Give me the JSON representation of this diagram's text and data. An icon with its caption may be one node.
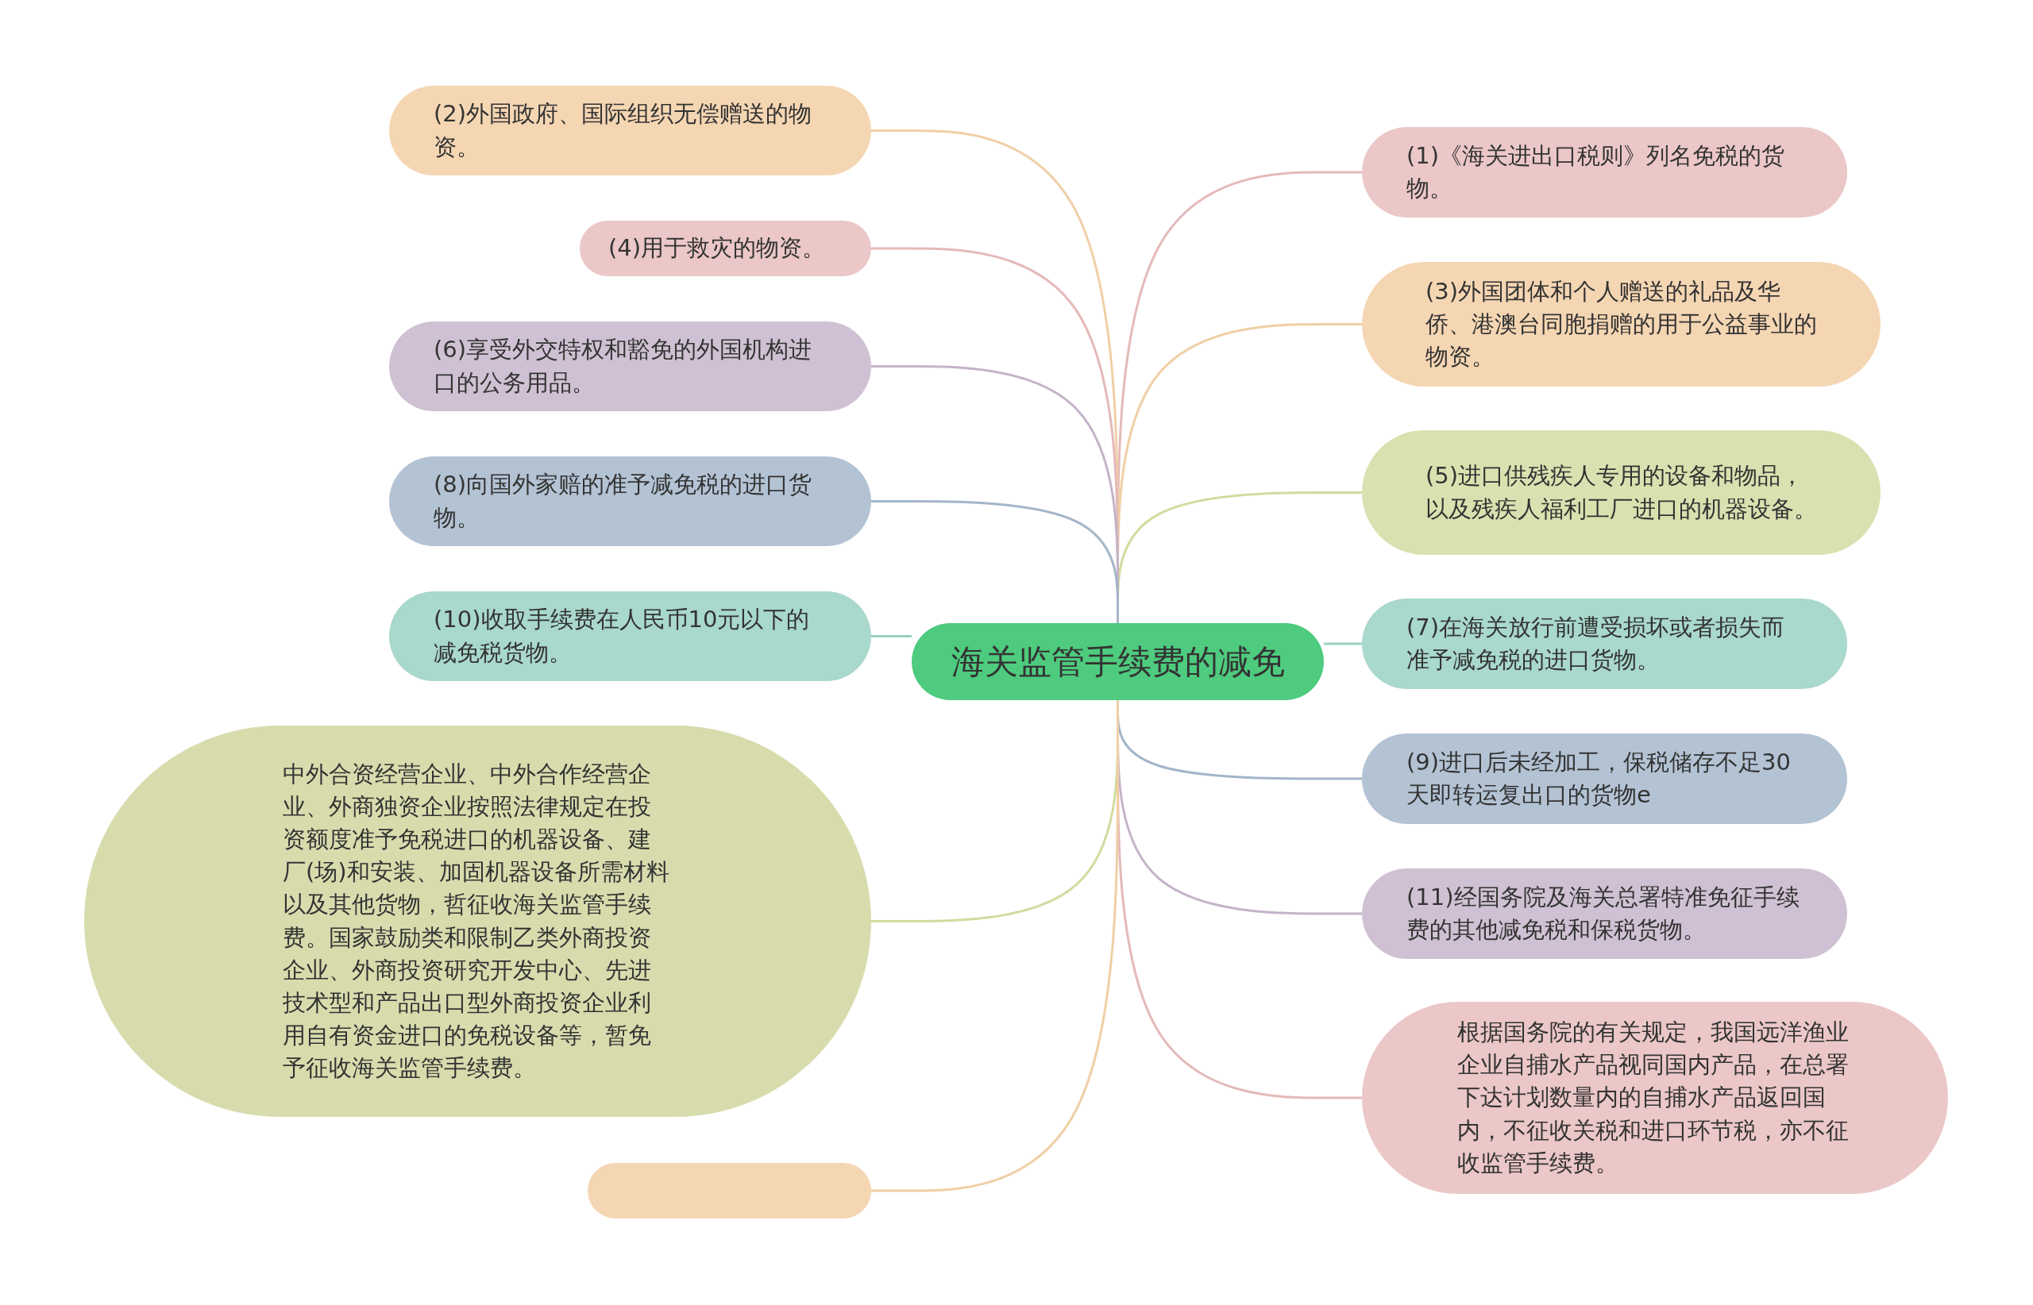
{
  "diagram": {
    "nodes": [
      {
        "text": [
          "海关监管手续费的减免"
        ]
      },
      {
        "text": [
          "(1)《海关进出口税则》列名免税的货物。"
        ]
      },
      {
        "text": [
          "(2)外国政府、国际组织无偿赠送的物资。"
        ]
      },
      {
        "text": [
          "(3)外国团体和个人赠送的礼品及华侨、港澳台同胞捐赠的用于公益事业的物资。"
        ]
      },
      {
        "text": [
          "(4)用于救灾的物资。"
        ]
      },
      {
        "text": [
          "(5)进口供残疾人专用的设备和物品，以及残疾人福利工厂进口的机器设备。"
        ]
      },
      {
        "text": [
          "(6)享受外交特权和豁免的外国机构进口的公务用品。"
        ]
      },
      {
        "text": [
          "(7)在海关放行前遭受损坏或者损失而准予减免税的进口货物。"
        ]
      },
      {
        "text": [
          "(8)向国外家赔的准予减免税的进口货物。"
        ]
      },
      {
        "text": [
          "(9)进口后未经加工，保税储存不足30天即转运复出口的货物e"
        ]
      },
      {
        "text": [
          "(10)收取手续费在人民币10元以下的减免税货物。"
        ]
      },
      {
        "text": [
          "(11)经国务院及海关总署特准免征手续费的其他减免税和保税货物。"
        ]
      },
      {
        "text": [
          "中外合资经营企业、中外合作经营企业、外商独资企业按照法律规定在投资额度准予免税进口的机器设备、建厂(场)和安装、加固机器设备所需材料以及其他货物，哲征收海关监管手续费。国家鼓励类和限制乙类外商投资企业、外商投资研究开发中心、先进技术型和产品出口型外商投资企业利用自有资金进口的免税设备等，暂免予征收海关监管手续费。"
        ]
      },
      {
        "text": [
          "根据国务院的有关规定，我国远洋渔业企业自捕水产品视同国内产品，在总署下达计划数量内的自捕水产品返回国内，不征收关税和进口环节税，亦不征收监管手续费。"
        ]
      },
      {
        "text": [],
        "shape": "box"
      }
    ],
    "edges": [
      {
        "from": 0,
        "to": 1,
        "arrow": "none",
        "color": "#e5b9b9"
      },
      {
        "from": 0,
        "to": 2,
        "arrow": "none",
        "color": "#f0cfa6"
      },
      {
        "from": 0,
        "to": 3,
        "arrow": "none",
        "color": "#f0cfa6"
      },
      {
        "from": 0,
        "to": 4,
        "arrow": "none",
        "color": "#e5b9b9"
      },
      {
        "from": 0,
        "to": 5,
        "arrow": "none",
        "color": "#d4da9e"
      },
      {
        "from": 0,
        "to": 6,
        "arrow": "none",
        "color": "#c4b3c8"
      },
      {
        "from": 0,
        "to": 7,
        "arrow": "none",
        "color": "#99d0c2"
      },
      {
        "from": 0,
        "to": 8,
        "arrow": "none",
        "color": "#a3b5c8"
      },
      {
        "from": 0,
        "to": 9,
        "arrow": "none",
        "color": "#a3b5c8"
      },
      {
        "from": 0,
        "to": 10,
        "arrow": "none",
        "color": "#99d0c2"
      },
      {
        "from": 0,
        "to": 11,
        "arrow": "none",
        "color": "#c4b3c8"
      },
      {
        "from": 0,
        "to": 12,
        "arrow": "none",
        "color": "#d4da9e"
      },
      {
        "from": 0,
        "to": 13,
        "arrow": "none",
        "color": "#e5b9b9"
      },
      {
        "from": 0,
        "to": 14,
        "arrow": "none",
        "color": "#f0cfa6"
      }
    ]
  }
}
